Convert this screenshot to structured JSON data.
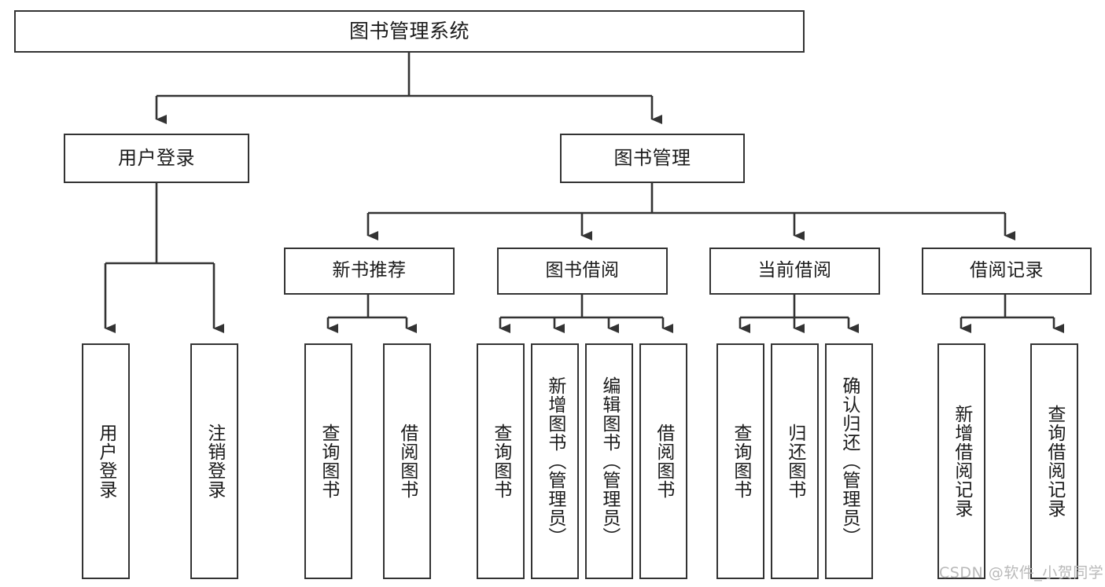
{
  "diagram": {
    "title": "图书管理系统",
    "type": "tree-hierarchy",
    "colors": {
      "node_border": "#333333",
      "node_fill": "#ffffff",
      "edge": "#333333",
      "text": "#1b1b1b",
      "watermark": "#b9b9b9",
      "background": "#ffffff"
    },
    "nodes": {
      "root": {
        "label": "图书管理系统"
      },
      "level2": [
        {
          "label": "用户登录"
        },
        {
          "label": "图书管理"
        }
      ],
      "level3": [
        {
          "label": "新书推荐"
        },
        {
          "label": "图书借阅"
        },
        {
          "label": "当前借阅"
        },
        {
          "label": "借阅记录"
        }
      ],
      "leaves": {
        "user_login": [
          {
            "label": "用户登录"
          },
          {
            "label": "注销登录"
          }
        ],
        "new_book_recommend": [
          {
            "label": "查询图书"
          },
          {
            "label": "借阅图书"
          }
        ],
        "book_borrow": [
          {
            "label": "查询图书"
          },
          {
            "label": "新增图书（管理员）"
          },
          {
            "label": "编辑图书（管理员）"
          },
          {
            "label": "借阅图书"
          }
        ],
        "current_borrow": [
          {
            "label": "查询图书"
          },
          {
            "label": "归还图书"
          },
          {
            "label": "确认归还（管理员）"
          }
        ],
        "borrow_record": [
          {
            "label": "新增借阅记录"
          },
          {
            "label": "查询借阅记录"
          }
        ]
      }
    },
    "watermark": "CSDN @软件_小贺同学"
  }
}
